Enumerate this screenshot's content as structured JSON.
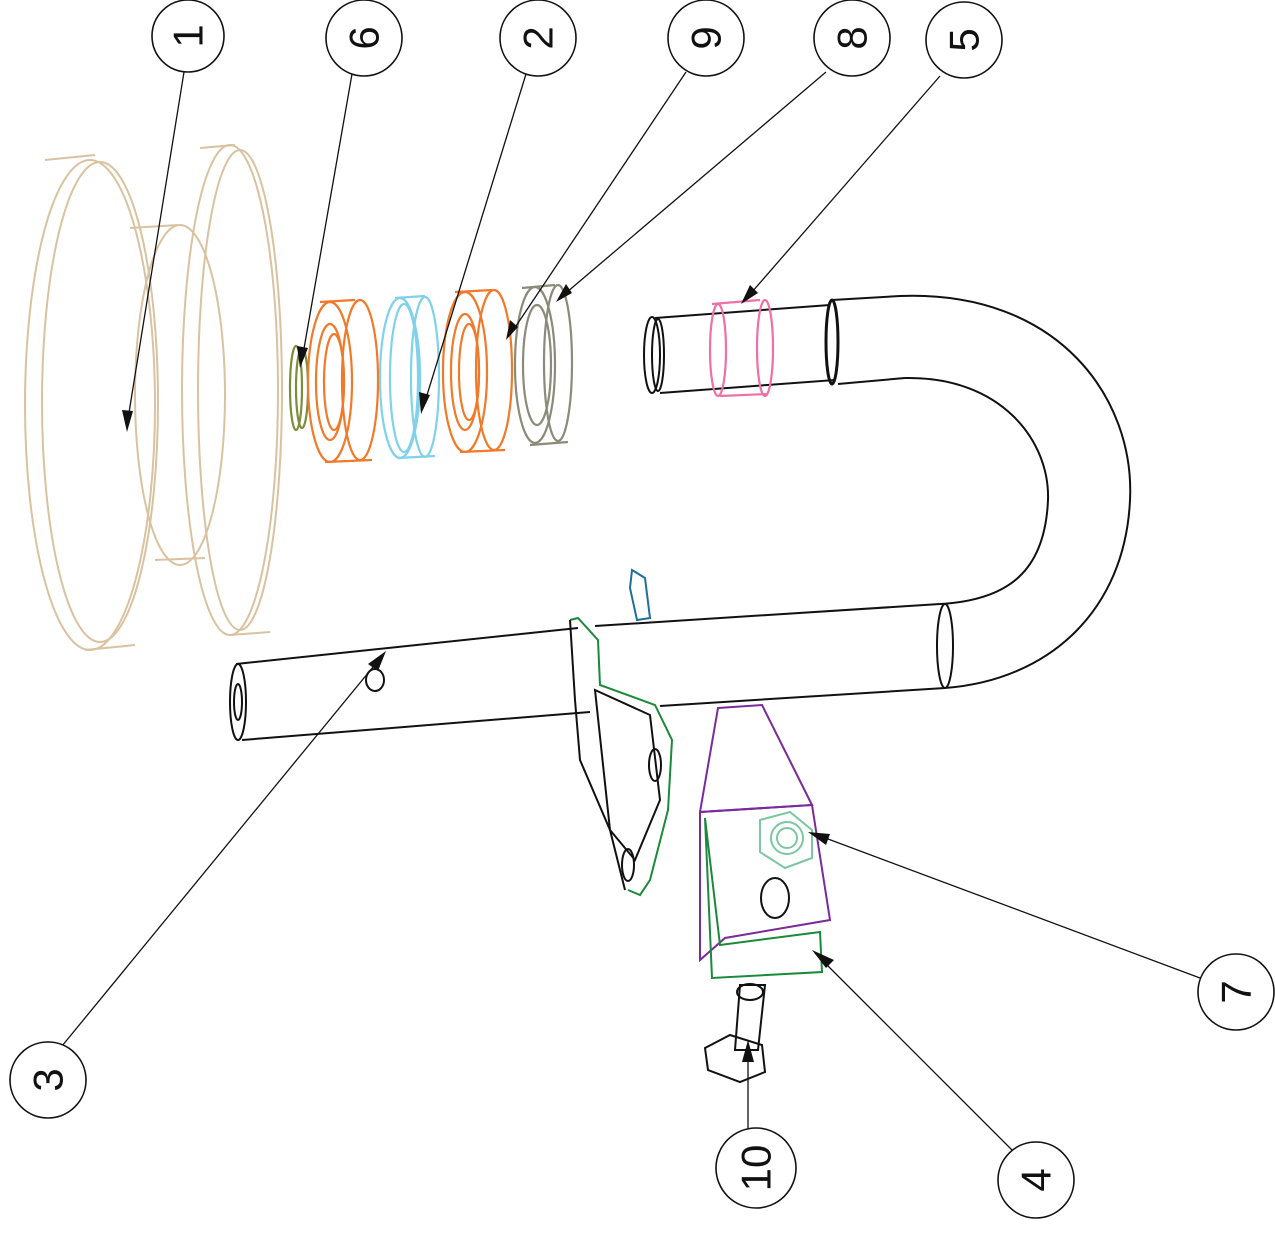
{
  "diagram": {
    "type": "exploded-assembly",
    "callouts": [
      {
        "id": "callout-1",
        "label": "1"
      },
      {
        "id": "callout-6",
        "label": "6"
      },
      {
        "id": "callout-2",
        "label": "2"
      },
      {
        "id": "callout-9",
        "label": "9"
      },
      {
        "id": "callout-8",
        "label": "8"
      },
      {
        "id": "callout-5",
        "label": "5"
      },
      {
        "id": "callout-3",
        "label": "3"
      },
      {
        "id": "callout-7",
        "label": "7"
      },
      {
        "id": "callout-10",
        "label": "10"
      },
      {
        "id": "callout-4",
        "label": "4"
      }
    ],
    "colors": {
      "wheel": "#d9c2a0",
      "circlip": "#7d8c3a",
      "bearing": "#f07a2a",
      "spacer": "#7fd1ec",
      "washer": "#8c8a78",
      "collar": "#ef6fa8",
      "bracket_green": "#1a8a3a",
      "clamp_purple": "#7a2a9a",
      "nut": "#7cc7a0",
      "key": "#1f6f9a",
      "tube": "#111111"
    }
  }
}
